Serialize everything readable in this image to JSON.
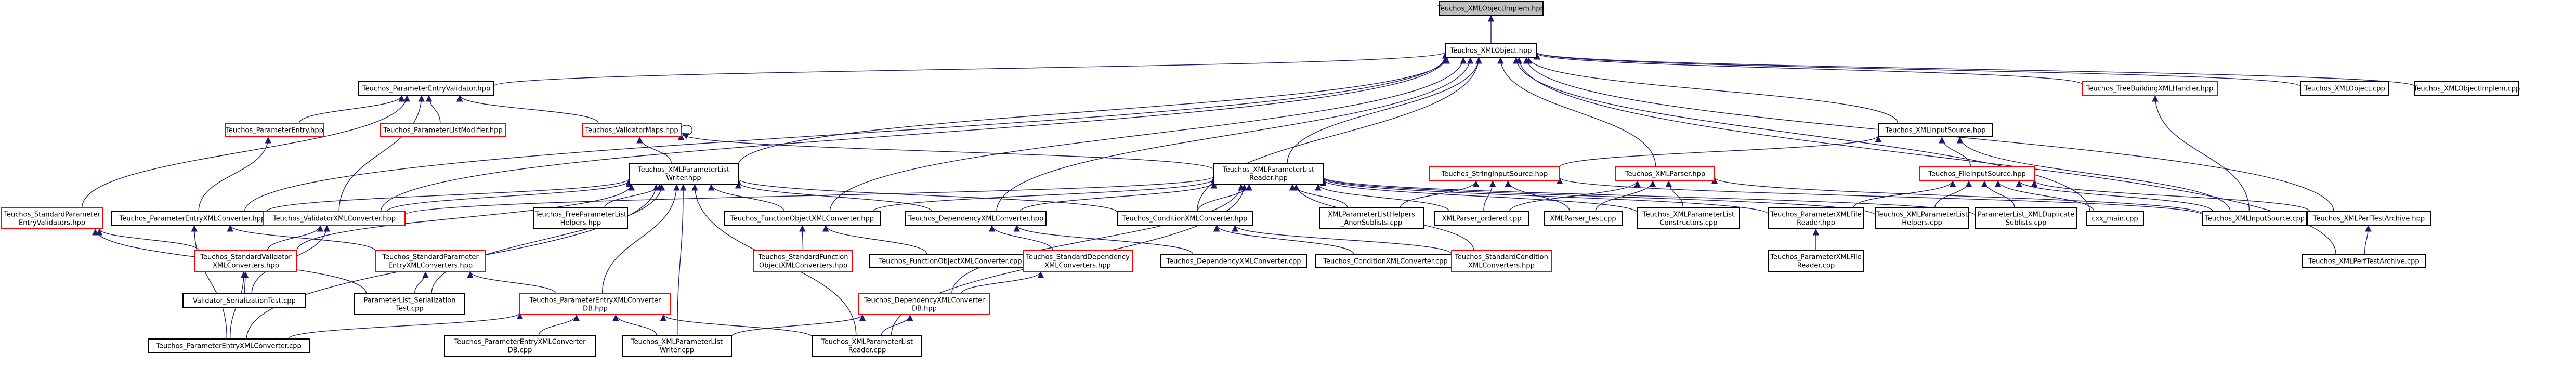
{
  "colors": {
    "edge": "#191970",
    "border_default": "#000000",
    "border_undocumented": "#ff0000",
    "fill_highlighted": "#bfbfbf",
    "fill_default": "#ffffff"
  },
  "nodes": {
    "implem_hpp": {
      "lines": [
        "Teuchos_XMLObjectImplem.hpp"
      ],
      "style": "highlighted"
    },
    "xmlobject_hpp": {
      "lines": [
        "Teuchos_XMLObject.hpp"
      ],
      "style": "normal"
    },
    "pev_hpp": {
      "lines": [
        "Teuchos_ParameterEntryValidator.hpp"
      ],
      "style": "normal"
    },
    "tbxml_hpp": {
      "lines": [
        "Teuchos_TreeBuildingXMLHandler.hpp"
      ],
      "style": "red"
    },
    "xmlobject_cpp": {
      "lines": [
        "Teuchos_XMLObject.cpp"
      ],
      "style": "normal"
    },
    "implem_cpp": {
      "lines": [
        "Teuchos_XMLObjectImplem.cpp"
      ],
      "style": "normal"
    },
    "pentry_hpp": {
      "lines": [
        "Teuchos_ParameterEntry.hpp"
      ],
      "style": "red"
    },
    "plmod_hpp": {
      "lines": [
        "Teuchos_ParameterListModifier.hpp"
      ],
      "style": "red"
    },
    "valmaps_hpp": {
      "lines": [
        "Teuchos_ValidatorMaps.hpp"
      ],
      "style": "red"
    },
    "xmlinput_hpp": {
      "lines": [
        "Teuchos_XMLInputSource.hpp"
      ],
      "style": "normal"
    },
    "plwriter_hpp": {
      "lines": [
        "Teuchos_XMLParameterList",
        "Writer.hpp"
      ],
      "style": "normal"
    },
    "plreader_hpp": {
      "lines": [
        "Teuchos_XMLParameterList",
        "Reader.hpp"
      ],
      "style": "normal"
    },
    "strinput_hpp": {
      "lines": [
        "Teuchos_StringInputSource.hpp"
      ],
      "style": "red"
    },
    "xmlparser_hpp": {
      "lines": [
        "Teuchos_XMLParser.hpp"
      ],
      "style": "red"
    },
    "fileinput_hpp": {
      "lines": [
        "Teuchos_FileInputSource.hpp"
      ],
      "style": "red"
    },
    "stdvalid_hpp": {
      "lines": [
        "Teuchos_StandardParameter",
        "EntryValidators.hpp"
      ],
      "style": "red"
    },
    "pexml_hpp": {
      "lines": [
        "Teuchos_ParameterEntryXMLConverter.hpp"
      ],
      "style": "normal"
    },
    "validxml_hpp": {
      "lines": [
        "Teuchos_ValidatorXMLConverter.hpp"
      ],
      "style": "red"
    },
    "freeplh_hpp": {
      "lines": [
        "Teuchos_FreeParameterList",
        "Helpers.hpp"
      ],
      "style": "normal"
    },
    "funcobj_hpp": {
      "lines": [
        "Teuchos_FunctionObjectXMLConverter.hpp"
      ],
      "style": "normal"
    },
    "depxml_hpp": {
      "lines": [
        "Teuchos_DependencyXMLConverter.hpp"
      ],
      "style": "normal"
    },
    "condxml_hpp": {
      "lines": [
        "Teuchos_ConditionXMLConverter.hpp"
      ],
      "style": "normal"
    },
    "anonsub_cpp": {
      "lines": [
        "XMLParameterListHelpers",
        "_AnonSublists.cpp"
      ],
      "style": "normal"
    },
    "xmlparser_ordered_cpp": {
      "lines": [
        "XMLParser_ordered.cpp"
      ],
      "style": "normal"
    },
    "xmlparser_test_cpp": {
      "lines": [
        "XMLParser_test.cpp"
      ],
      "style": "normal"
    },
    "plconstr_cpp": {
      "lines": [
        "Teuchos_XMLParameterList",
        "Constructors.cpp"
      ],
      "style": "normal"
    },
    "plxmlfile_hpp": {
      "lines": [
        "Teuchos_ParameterXMLFile",
        "Reader.hpp"
      ],
      "style": "normal"
    },
    "plhelpers_cpp": {
      "lines": [
        "Teuchos_XMLParameterList",
        "Helpers.cpp"
      ],
      "style": "normal"
    },
    "pldup_cpp": {
      "lines": [
        "ParameterList_XMLDuplicate",
        "Sublists.cpp"
      ],
      "style": "normal"
    },
    "cxxmain_cpp": {
      "lines": [
        "cxx_main.cpp"
      ],
      "style": "normal"
    },
    "xmlinput_cpp": {
      "lines": [
        "Teuchos_XMLInputSource.cpp"
      ],
      "style": "normal"
    },
    "perftest_hpp": {
      "lines": [
        "Teuchos_XMLPerfTestArchive.hpp"
      ],
      "style": "normal"
    },
    "stdvalidxml_hpp": {
      "lines": [
        "Teuchos_StandardValidator",
        "XMLConverters.hpp"
      ],
      "style": "red"
    },
    "stdpexml_hpp": {
      "lines": [
        "Teuchos_StandardParameter",
        "EntryXMLConverters.hpp"
      ],
      "style": "red"
    },
    "stdfuncobj_hpp": {
      "lines": [
        "Teuchos_StandardFunction",
        "ObjectXMLConverters.hpp"
      ],
      "style": "red"
    },
    "funcobj_cpp": {
      "lines": [
        "Teuchos_FunctionObjectXMLConverter.cpp"
      ],
      "style": "normal"
    },
    "stddep_hpp": {
      "lines": [
        "Teuchos_StandardDependency",
        "XMLConverters.hpp"
      ],
      "style": "red"
    },
    "depxml_cpp": {
      "lines": [
        "Teuchos_DependencyXMLConverter.cpp"
      ],
      "style": "normal"
    },
    "condxml_cpp": {
      "lines": [
        "Teuchos_ConditionXMLConverter.cpp"
      ],
      "style": "normal"
    },
    "stdcond_hpp": {
      "lines": [
        "Teuchos_StandardCondition",
        "XMLConverters.hpp"
      ],
      "style": "red"
    },
    "plxmlfile_cpp": {
      "lines": [
        "Teuchos_ParameterXMLFile",
        "Reader.cpp"
      ],
      "style": "normal"
    },
    "perftest_cpp": {
      "lines": [
        "Teuchos_XMLPerfTestArchive.cpp"
      ],
      "style": "normal"
    },
    "valser_cpp": {
      "lines": [
        "Validator_SerializationTest.cpp"
      ],
      "style": "normal"
    },
    "plser_cpp": {
      "lines": [
        "ParameterList_Serialization",
        "Test.cpp"
      ],
      "style": "normal"
    },
    "pexmldb_hpp": {
      "lines": [
        "Teuchos_ParameterEntryXMLConverter",
        "DB.hpp"
      ],
      "style": "red"
    },
    "depxmldb_hpp": {
      "lines": [
        "Teuchos_DependencyXMLConverter",
        "DB.hpp"
      ],
      "style": "red"
    },
    "pexml_cpp": {
      "lines": [
        "Teuchos_ParameterEntryXMLConverter.cpp"
      ],
      "style": "normal"
    },
    "pexmldb_cpp": {
      "lines": [
        "Teuchos_ParameterEntryXMLConverter",
        "DB.cpp"
      ],
      "style": "normal"
    },
    "plwriter_cpp": {
      "lines": [
        "Teuchos_XMLParameterList",
        "Writer.cpp"
      ],
      "style": "normal"
    },
    "plreader_cpp": {
      "lines": [
        "Teuchos_XMLParameterList",
        "Reader.cpp"
      ],
      "style": "normal"
    }
  },
  "edges": [
    [
      "xmlobject_hpp",
      "implem_hpp"
    ],
    [
      "pev_hpp",
      "xmlobject_hpp"
    ],
    [
      "tbxml_hpp",
      "xmlobject_hpp"
    ],
    [
      "xmlobject_cpp",
      "xmlobject_hpp"
    ],
    [
      "implem_cpp",
      "xmlobject_hpp"
    ],
    [
      "xmlinput_hpp",
      "xmlobject_hpp"
    ],
    [
      "plwriter_hpp",
      "xmlobject_hpp"
    ],
    [
      "plreader_hpp",
      "xmlobject_hpp"
    ],
    [
      "xmlparser_hpp",
      "xmlobject_hpp"
    ],
    [
      "pexml_hpp",
      "xmlobject_hpp"
    ],
    [
      "validxml_hpp",
      "xmlobject_hpp"
    ],
    [
      "funcobj_hpp",
      "xmlobject_hpp"
    ],
    [
      "depxml_hpp",
      "xmlobject_hpp"
    ],
    [
      "condxml_hpp",
      "xmlobject_hpp"
    ],
    [
      "cxxmain_cpp",
      "xmlobject_hpp"
    ],
    [
      "perftest_hpp",
      "xmlobject_hpp"
    ],
    [
      "perftest_cpp",
      "xmlobject_hpp"
    ],
    [
      "pentry_hpp",
      "pev_hpp"
    ],
    [
      "plmod_hpp",
      "pev_hpp"
    ],
    [
      "valmaps_hpp",
      "pev_hpp"
    ],
    [
      "stdvalid_hpp",
      "pev_hpp"
    ],
    [
      "validxml_hpp",
      "pev_hpp"
    ],
    [
      "pexml_hpp",
      "pentry_hpp"
    ],
    [
      "valmaps_hpp",
      "valmaps_hpp"
    ],
    [
      "plwriter_hpp",
      "valmaps_hpp"
    ],
    [
      "plreader_hpp",
      "valmaps_hpp"
    ],
    [
      "xmlinput_cpp",
      "tbxml_hpp"
    ],
    [
      "strinput_hpp",
      "xmlinput_hpp"
    ],
    [
      "fileinput_hpp",
      "xmlinput_hpp"
    ],
    [
      "xmlinput_cpp",
      "xmlinput_hpp"
    ],
    [
      "anonsub_cpp",
      "strinput_hpp"
    ],
    [
      "xmlparser_ordered_cpp",
      "strinput_hpp"
    ],
    [
      "xmlparser_test_cpp",
      "strinput_hpp"
    ],
    [
      "xmlinput_cpp",
      "strinput_hpp"
    ],
    [
      "xmlparser_ordered_cpp",
      "xmlparser_hpp"
    ],
    [
      "xmlparser_test_cpp",
      "xmlparser_hpp"
    ],
    [
      "plconstr_cpp",
      "xmlparser_hpp"
    ],
    [
      "xmlinput_cpp",
      "xmlparser_hpp"
    ],
    [
      "plxmlfile_hpp",
      "fileinput_hpp"
    ],
    [
      "plhelpers_cpp",
      "fileinput_hpp"
    ],
    [
      "pldup_cpp",
      "fileinput_hpp"
    ],
    [
      "cxxmain_cpp",
      "fileinput_hpp"
    ],
    [
      "xmlinput_cpp",
      "fileinput_hpp"
    ],
    [
      "perftest_hpp",
      "fileinput_hpp"
    ],
    [
      "freeplh_hpp",
      "plwriter_hpp"
    ],
    [
      "funcobj_hpp",
      "plwriter_hpp"
    ],
    [
      "depxml_hpp",
      "plwriter_hpp"
    ],
    [
      "condxml_hpp",
      "plwriter_hpp"
    ],
    [
      "validxml_hpp",
      "plwriter_hpp"
    ],
    [
      "pexml_hpp",
      "plwriter_hpp"
    ],
    [
      "stdvalidxml_hpp",
      "plwriter_hpp"
    ],
    [
      "plser_cpp",
      "plwriter_hpp"
    ],
    [
      "pexmldb_hpp",
      "plwriter_hpp"
    ],
    [
      "plwriter_cpp",
      "plwriter_hpp"
    ],
    [
      "plreader_cpp",
      "plwriter_hpp"
    ],
    [
      "pexml_cpp",
      "plwriter_hpp"
    ],
    [
      "anonsub_cpp",
      "plreader_hpp"
    ],
    [
      "xmlparser_ordered_cpp",
      "plreader_hpp"
    ],
    [
      "plconstr_cpp",
      "plreader_hpp"
    ],
    [
      "plhelpers_cpp",
      "plreader_hpp"
    ],
    [
      "pldup_cpp",
      "plreader_hpp"
    ],
    [
      "plxmlfile_hpp",
      "plreader_hpp"
    ],
    [
      "funcobj_hpp",
      "plreader_hpp"
    ],
    [
      "depxml_hpp",
      "plreader_hpp"
    ],
    [
      "condxml_hpp",
      "plreader_hpp"
    ],
    [
      "stdcond_hpp",
      "plreader_hpp"
    ],
    [
      "depxmldb_hpp",
      "plreader_hpp"
    ],
    [
      "plreader_cpp",
      "plreader_hpp"
    ],
    [
      "validxml_hpp",
      "plreader_hpp"
    ],
    [
      "plser_cpp",
      "stdvalid_hpp"
    ],
    [
      "stdvalidxml_hpp",
      "stdvalid_hpp"
    ],
    [
      "pexml_cpp",
      "pexml_hpp"
    ],
    [
      "stdpexml_hpp",
      "pexml_hpp"
    ],
    [
      "stdvalidxml_hpp",
      "validxml_hpp"
    ],
    [
      "valser_cpp",
      "validxml_hpp"
    ],
    [
      "plser_cpp",
      "stdpexml_hpp"
    ],
    [
      "valser_cpp",
      "stdvalidxml_hpp"
    ],
    [
      "pexml_cpp",
      "stdvalidxml_hpp"
    ],
    [
      "pexmldb_hpp",
      "stdpexml_hpp"
    ],
    [
      "stdfuncobj_hpp",
      "funcobj_hpp"
    ],
    [
      "funcobj_cpp",
      "funcobj_hpp"
    ],
    [
      "stddep_hpp",
      "depxml_hpp"
    ],
    [
      "depxml_cpp",
      "depxml_hpp"
    ],
    [
      "condxml_cpp",
      "condxml_hpp"
    ],
    [
      "stdcond_hpp",
      "condxml_hpp"
    ],
    [
      "depxmldb_hpp",
      "stddep_hpp"
    ],
    [
      "plxmlfile_cpp",
      "plxmlfile_hpp"
    ],
    [
      "perftest_cpp",
      "perftest_hpp"
    ],
    [
      "pexml_cpp",
      "pexmldb_hpp"
    ],
    [
      "pexmldb_cpp",
      "pexmldb_hpp"
    ],
    [
      "plwriter_cpp",
      "pexmldb_hpp"
    ],
    [
      "plreader_cpp",
      "pexmldb_hpp"
    ],
    [
      "plwriter_cpp",
      "depxmldb_hpp"
    ],
    [
      "plreader_cpp",
      "depxmldb_hpp"
    ]
  ]
}
